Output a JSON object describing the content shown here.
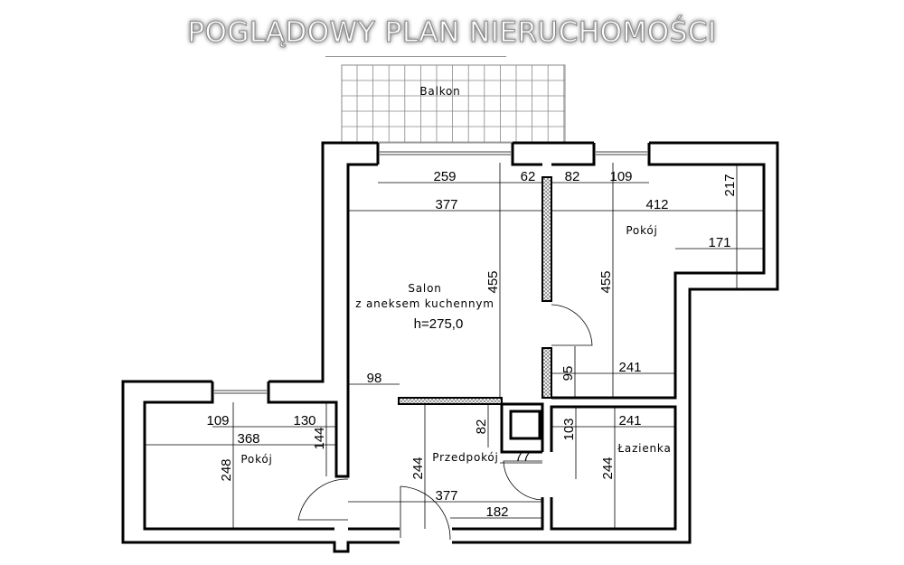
{
  "title": "POGLĄDOWY PLAN NIERUCHOMOŚCI",
  "rooms": {
    "balcony": "Balkon",
    "salon_line1": "Salon",
    "salon_line2": "z aneksem kuchennym",
    "height": "h=275,0",
    "room_right": "Pokój",
    "room_left": "Pokój",
    "hall": "Przedpokój",
    "bathroom": "Łazienka"
  },
  "dimensions": {
    "d259": "259",
    "d62": "62",
    "d82": "82",
    "d109_top": "109",
    "d217": "217",
    "d377_top": "377",
    "d412": "412",
    "d171": "171",
    "d455_left": "455",
    "d455_right": "455",
    "d98": "98",
    "d95": "95",
    "d241_top": "241",
    "d109_left": "109",
    "d130": "130",
    "d368": "368",
    "d144": "144",
    "d248": "248",
    "d82_hall": "82",
    "d244_hall": "244",
    "d77": "77",
    "d103": "103",
    "d241_bath": "241",
    "d244_bath": "244",
    "d377_bottom": "377",
    "d182": "182"
  }
}
